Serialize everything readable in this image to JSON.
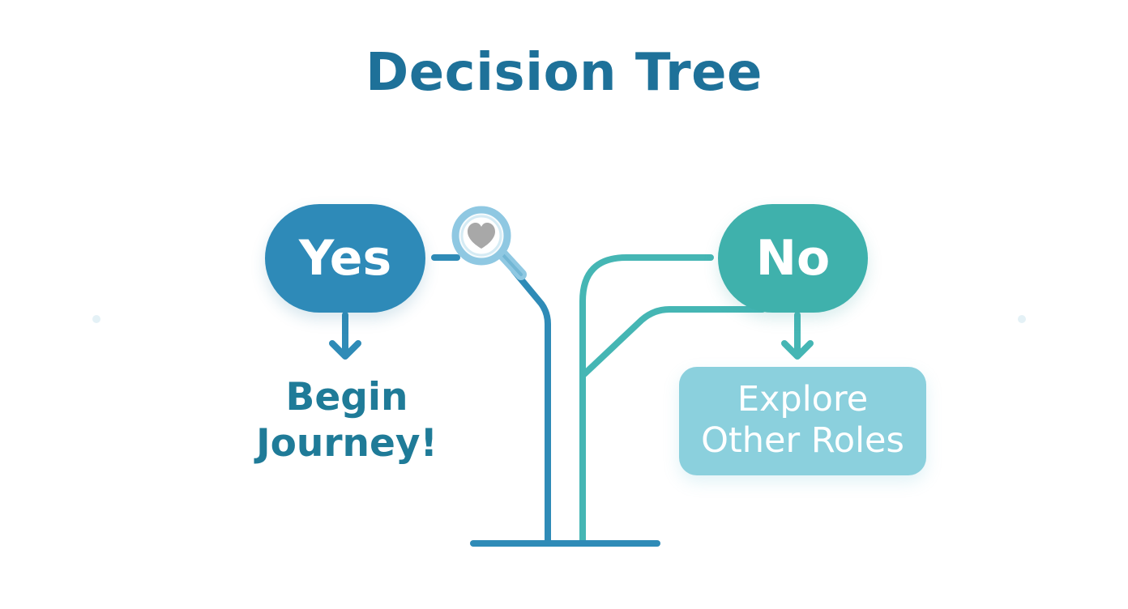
{
  "diagram": {
    "title": "Decision Tree",
    "nodes": {
      "yes": "Yes",
      "no": "No",
      "begin": [
        "Begin",
        "Journey!"
      ],
      "explore": [
        "Explore",
        "Other Roles"
      ]
    },
    "icon": "magnifier-heart-icon"
  },
  "colors": {
    "title": "#1e7199",
    "yes_node": "#2e8ab8",
    "no_node": "#3fb1ac",
    "explore_box": "#8bd0dd",
    "begin_text": "#1f7b98",
    "blue_line": "#2f8bb7",
    "teal_line": "#45b6b4",
    "magnifier_ring": "#8fc8e2",
    "heart": "#a8a8a8"
  }
}
